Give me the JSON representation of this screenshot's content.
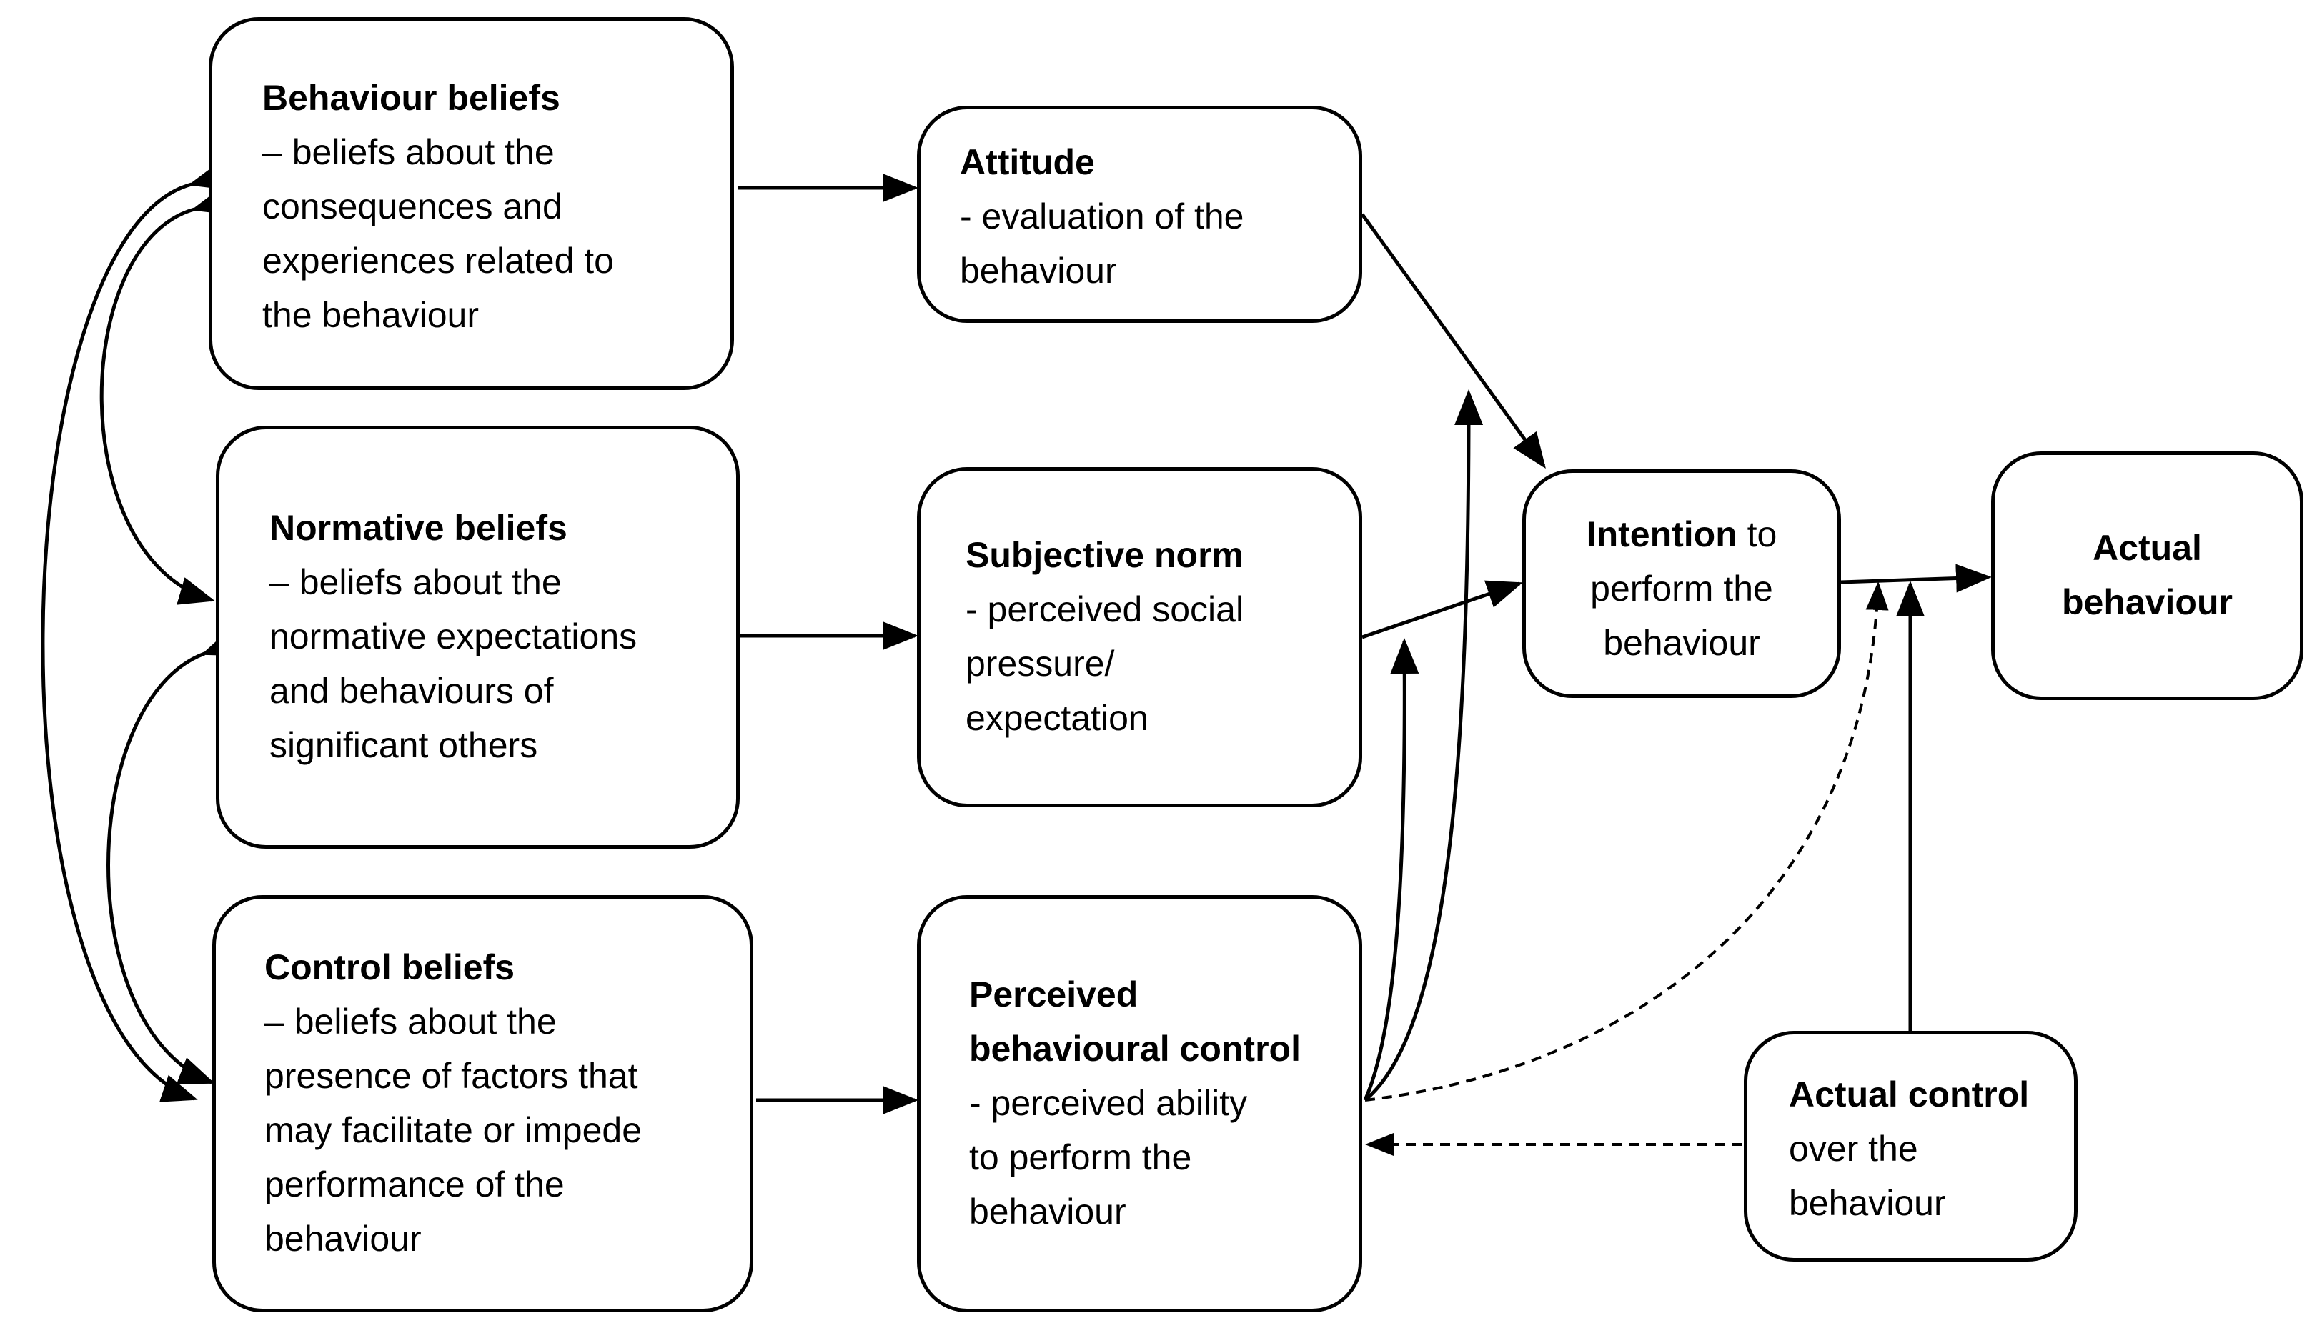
{
  "diagram": {
    "behaviour_beliefs": {
      "title": "Behaviour beliefs",
      "lines": [
        "– beliefs about the",
        "consequences and",
        "experiences related to",
        "the behaviour"
      ]
    },
    "normative_beliefs": {
      "title": "Normative beliefs",
      "lines": [
        "– beliefs about the",
        "normative expectations",
        "and behaviours of",
        "significant others"
      ]
    },
    "control_beliefs": {
      "title": "Control beliefs",
      "lines": [
        "– beliefs about the",
        "presence of factors that",
        "may facilitate or impede",
        "performance of the",
        "behaviour"
      ]
    },
    "attitude": {
      "title": "Attitude",
      "lines": [
        "- evaluation of the",
        "behaviour"
      ]
    },
    "subjective_norm": {
      "title": "Subjective norm",
      "lines": [
        "- perceived social",
        "pressure/",
        "expectation"
      ]
    },
    "perceived_behavioural_control": {
      "title_lines": [
        "Perceived",
        "behavioural control"
      ],
      "lines": [
        "- perceived ability",
        "to perform the",
        "behaviour"
      ]
    },
    "intention": {
      "title": "Intention",
      "title_rest": " to",
      "lines": [
        "perform the",
        "behaviour"
      ]
    },
    "actual_behaviour": {
      "title_lines": [
        "Actual",
        "behaviour"
      ]
    },
    "actual_control": {
      "title": "Actual control",
      "lines": [
        "over the",
        "behaviour"
      ]
    }
  }
}
